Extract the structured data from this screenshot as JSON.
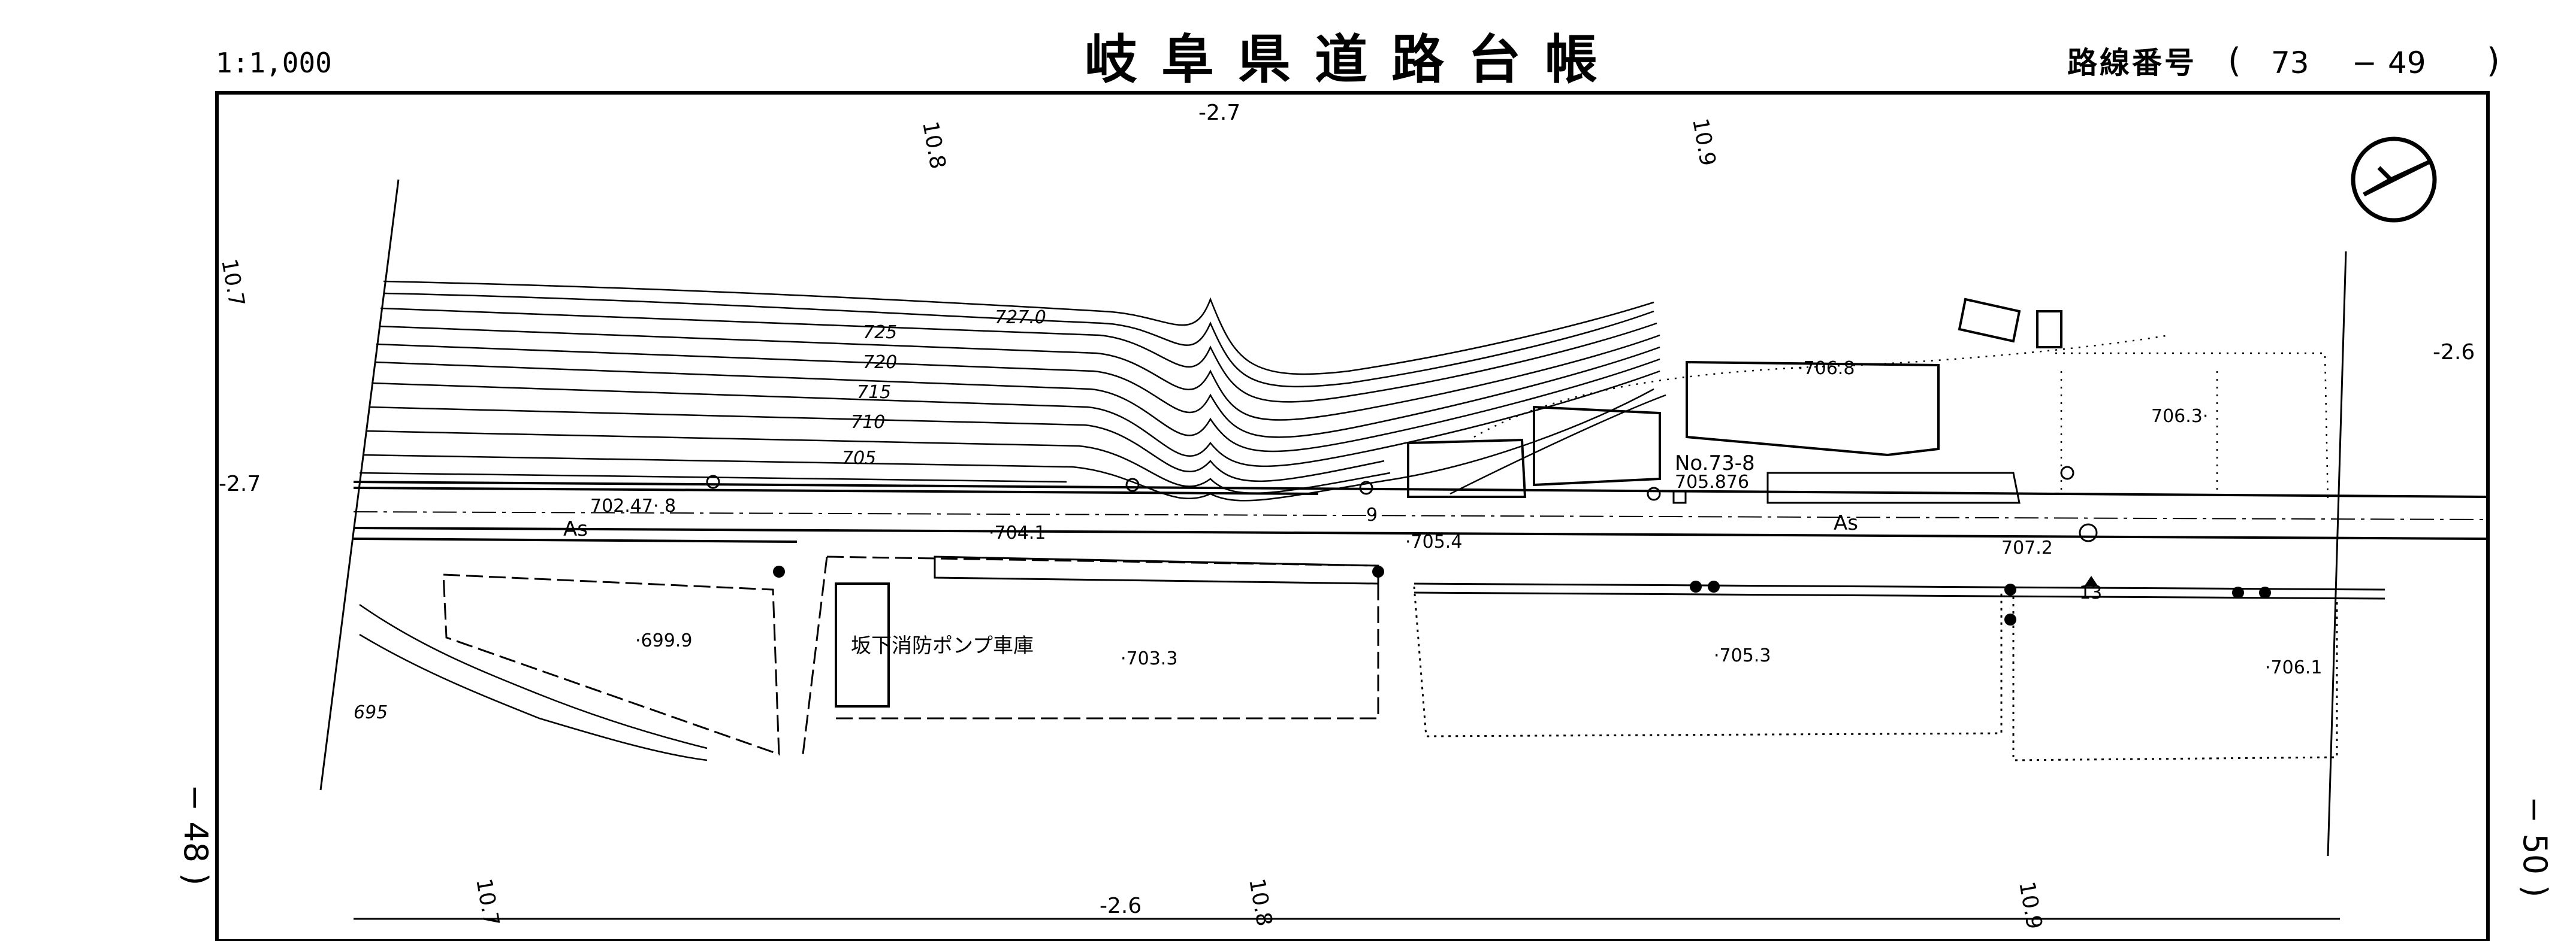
{
  "header": {
    "scale": "1:1,000",
    "title": "岐阜県道路台帳",
    "route_label": "路線番号",
    "route_open": "(",
    "route_number_a": "73",
    "route_dash": "−",
    "route_number_b": "49",
    "route_close": ")"
  },
  "side_labels": {
    "left": "− 48 )",
    "right": "− 50 )"
  },
  "grid_labels": {
    "top_1": "10.8",
    "top_2": "-2.7",
    "top_3": "10.9",
    "left_1": "10.7",
    "left_2": "-2.7",
    "right_1": "-2.6",
    "bottom_1": "10.7",
    "bottom_2": "-2.6",
    "bottom_3": "10.8",
    "bottom_4": "10.9"
  },
  "contours": {
    "c727": "727.0",
    "c725": "725",
    "c720": "720",
    "c715": "715",
    "c710": "710",
    "c705": "705",
    "c695": "695"
  },
  "elevations": {
    "e7068": "·706.8",
    "e7063": "706.3·",
    "e7024": "702.47· 8",
    "e7041": "·704.1",
    "e7054": "·705.4",
    "e7072": "707.2",
    "e6999": "·699.9",
    "e7033": "·703.3",
    "e7053": "·705.3",
    "e7061": "·706.1",
    "bench": "705.876",
    "nine": "9",
    "thirteen": "13"
  },
  "labels": {
    "station": "No.73-8",
    "as_left": "As",
    "as_right": "As",
    "building": "坂下消防ポンプ車庫"
  },
  "icons": {
    "north_arrow": "north-arrow-icon"
  },
  "colors": {
    "ink": "#000000",
    "paper": "#ffffff"
  }
}
